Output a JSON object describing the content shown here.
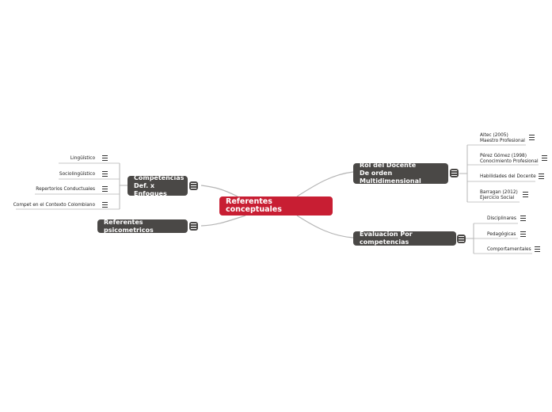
{
  "central": {
    "label": "Referentes conceptuales"
  },
  "competencias": {
    "line1": "Competencias",
    "line2": "Def. x Enfoques"
  },
  "psicometricos": {
    "label": "Referentes psicometricos"
  },
  "rol": {
    "line1": "Rol del Docente",
    "line2": "De orden Multidimensional"
  },
  "evaluacion": {
    "label": "Evaluacion Por competencias"
  },
  "competencias_leaves": [
    "Lingüístico",
    "Sociolingüístico",
    "Repertorios Conductuales",
    "Compet en el Contexto Colombiano"
  ],
  "rol_leaves": [
    {
      "line1": "Altec (2005)",
      "line2": "Maestro Profesional"
    },
    {
      "line1": "Pérez Gómez (1998)",
      "line2": "Conocimiento Profesional"
    },
    {
      "line1": "Habilidades del Docente",
      "line2": ""
    },
    {
      "line1": "Barragan (2012)",
      "line2": "Ejercicio Social"
    }
  ],
  "evaluacion_leaves": [
    "Disciplinares",
    "Pedagógicas",
    "Comportamentales"
  ],
  "colors": {
    "central": "#c81e33",
    "topic": "#4a4846",
    "line": "#b5b5b5"
  },
  "icons": {
    "collapse": "collapse-badge-icon",
    "notes": "notes-icon"
  }
}
